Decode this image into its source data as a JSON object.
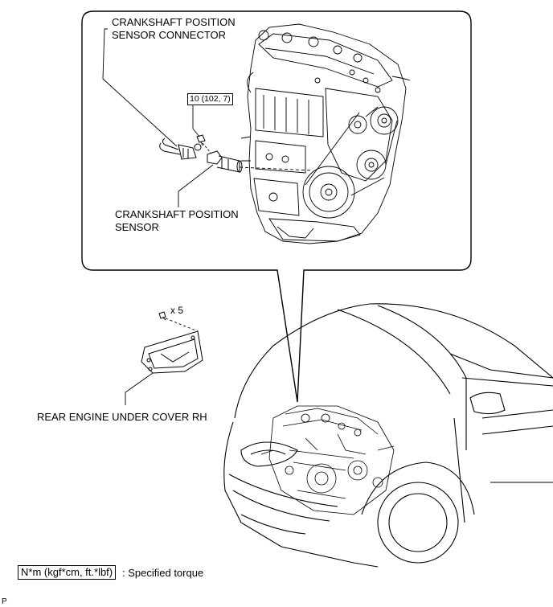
{
  "labels": {
    "ckp_connector_line1": "CRANKSHAFT POSITION",
    "ckp_connector_line2": "SENSOR CONNECTOR",
    "ckp_sensor_line1": "CRANKSHAFT POSITION",
    "ckp_sensor_line2": "SENSOR",
    "torque": "10 (102, 7)",
    "bolt_count": "x 5",
    "under_cover": "REAR ENGINE UNDER COVER RH"
  },
  "legend": {
    "symbol": "N*m (kgf*cm, ft.*lbf)",
    "description": ": Specified torque"
  },
  "footer": {
    "code": "P"
  }
}
